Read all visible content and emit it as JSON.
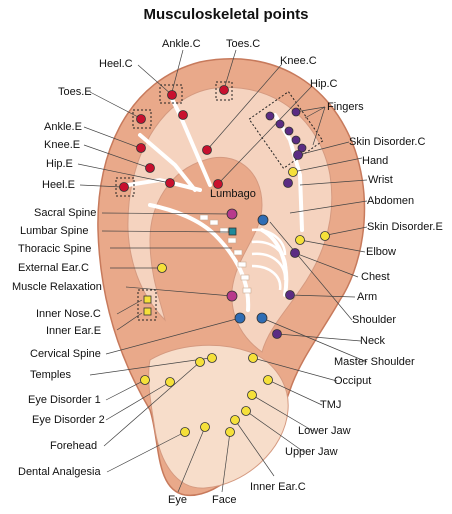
{
  "title": "Musculoskeletal points",
  "labels": {
    "ankle_c": "Ankle.C",
    "toes_c": "Toes.C",
    "heel_c": "Heel.C",
    "knee_c": "Knee.C",
    "hip_c": "Hip.C",
    "toes_e": "Toes.E",
    "fingers": "Fingers",
    "ankle_e": "Ankle.E",
    "skin_disorder_c": "Skin Disorder.C",
    "knee_e": "Knee.E",
    "hand": "Hand",
    "hip_e": "Hip.E",
    "wrist": "Wrist",
    "heel_e": "Heel.E",
    "lumbago": "Lumbago",
    "abdomen": "Abdomen",
    "sacral_spine": "Sacral Spine",
    "lumbar_spine": "Lumbar Spine",
    "skin_disorder_e": "Skin Disorder.E",
    "thoracic_spine": "Thoracic Spine",
    "elbow": "Elbow",
    "external_ear_c": "External Ear.C",
    "chest": "Chest",
    "muscle_relaxation": "Muscle Relaxation",
    "arm": "Arm",
    "inner_nose_c": "Inner Nose.C",
    "shoulder": "Shoulder",
    "inner_ear_e": "Inner Ear.E",
    "neck": "Neck",
    "cervical_spine": "Cervical Spine",
    "master_shoulder": "Master Shoulder",
    "temples": "Temples",
    "occiput": "Occiput",
    "eye_disorder_1": "Eye Disorder 1",
    "tmj": "TMJ",
    "eye_disorder_2": "Eye Disorder 2",
    "lower_jaw": "Lower Jaw",
    "forehead": "Forehead",
    "upper_jaw": "Upper Jaw",
    "dental_analgesia": "Dental Analgesia",
    "inner_ear_c": "Inner Ear.C",
    "eye": "Eye",
    "face": "Face"
  },
  "colors": {
    "ear_outer": "#e9a98a",
    "ear_inner": "#f5d3bf",
    "red_point": "#c8102e",
    "yellow_point": "#f5e03a",
    "purple_point": "#5b2c83",
    "blue_point": "#2f6db5",
    "magenta_point": "#b83a8c",
    "teal_point": "#1f8a9a"
  }
}
